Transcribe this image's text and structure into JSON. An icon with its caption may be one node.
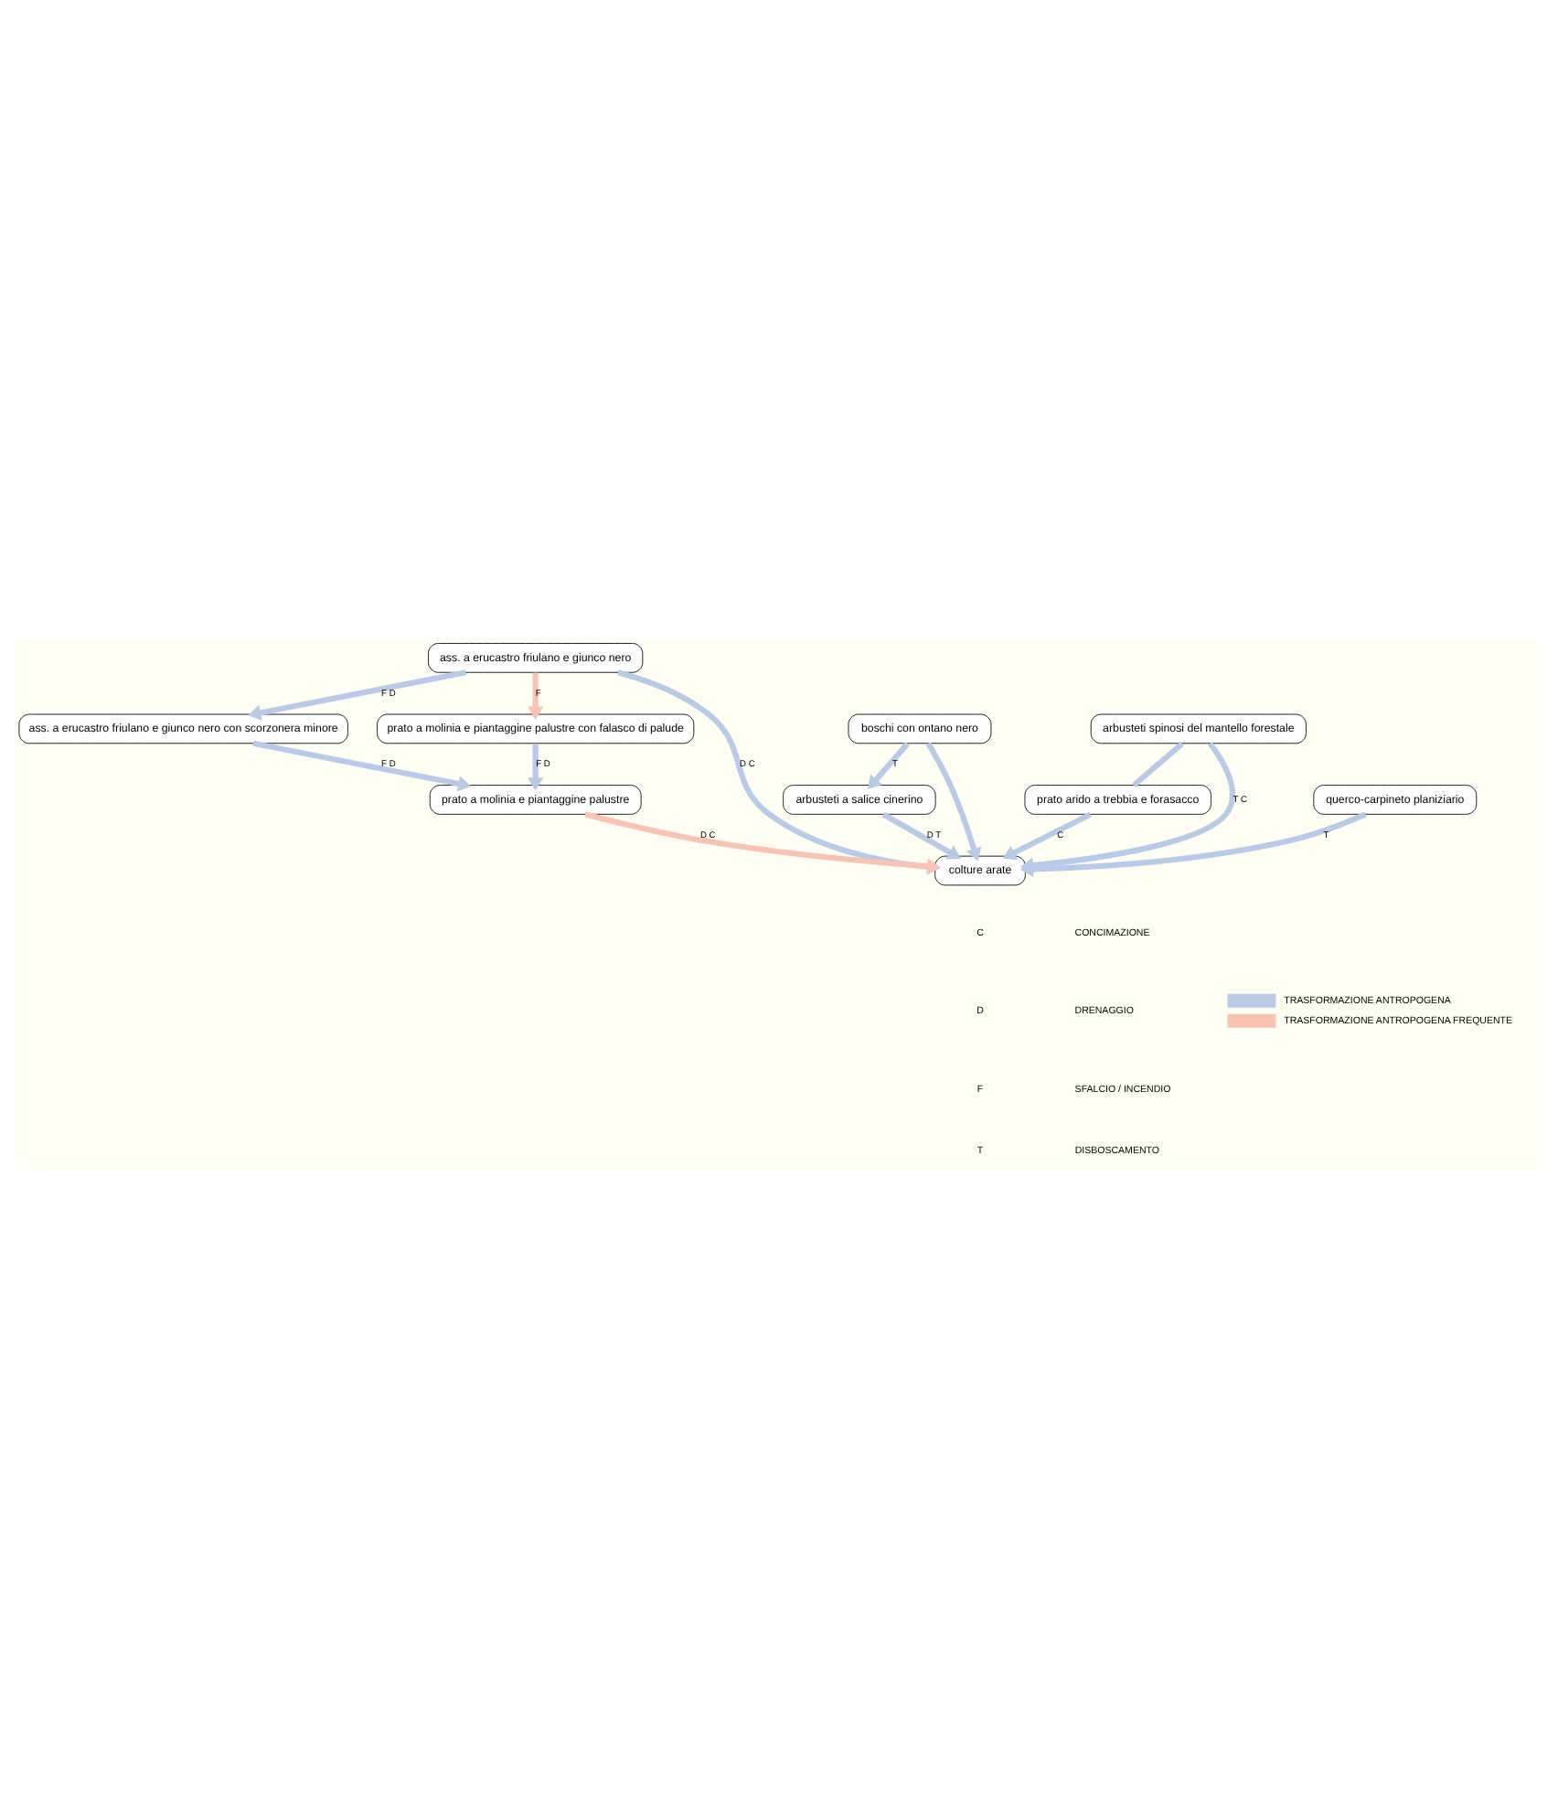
{
  "diagram": {
    "nodes": [
      {
        "text": [
          "ass. a erucastro friulano e giunco nero"
        ]
      },
      {
        "text": [
          "arbusteti a salice cinerino"
        ]
      },
      {
        "text": [
          "boschi con ontano nero"
        ]
      },
      {
        "text": [
          "ass. a erucastro friulano e giunco nero con scorzonera minore"
        ]
      },
      {
        "text": [
          "prato a molinia e piantaggine palustre con falasco di palude"
        ]
      },
      {
        "text": [
          "prato a molinia e piantaggine palustre"
        ]
      },
      {
        "text": [
          "arbusteti spinosi del mantello forestale"
        ]
      },
      {
        "text": [
          "querco-carpineto planiziario"
        ]
      },
      {
        "text": [
          "prato arido a trebbia e forasacco"
        ]
      },
      {
        "text": [
          "colture arate"
        ]
      }
    ],
    "edges": [
      {
        "from": 0,
        "to": 3,
        "arrow": "to",
        "label": "F D"
      },
      {
        "from": 0,
        "to": 4,
        "arrow": "to",
        "label": "F",
        "color": "#f8c3b0"
      },
      {
        "from": 0,
        "to": 9,
        "arrow": "to",
        "label": "D C"
      },
      {
        "from": 2,
        "to": 1,
        "arrow": "to",
        "label": "T"
      },
      {
        "from": 1,
        "to": 9,
        "arrow": "to",
        "label": "D T"
      },
      {
        "from": 2,
        "to": 9,
        "arrow": "to"
      },
      {
        "from": 3,
        "to": 5,
        "arrow": "to",
        "label": "F D"
      },
      {
        "from": 4,
        "to": 5,
        "arrow": "to",
        "label": "F D"
      },
      {
        "from": 5,
        "to": 9,
        "arrow": "to",
        "label": "D C",
        "color": "#f8c3b0"
      },
      {
        "from": 6,
        "to": 9,
        "arrow": "to",
        "label": "T C"
      },
      {
        "from": 6,
        "to": 8,
        "arrow": "none"
      },
      {
        "from": 8,
        "to": 9,
        "arrow": "to",
        "label": "C"
      },
      {
        "from": 7,
        "to": 9,
        "arrow": "to",
        "label": "T"
      }
    ],
    "labels": [
      "C",
      "CONCIMAZIONE",
      "D",
      "DRENAGGIO",
      "F",
      "SFALCIO / INCENDIO",
      "T",
      "DISBOSCAMENTO"
    ],
    "legend": [
      {
        "text": "TRASFORMAZIONE ANTROPOGENA",
        "color": "#b7cbe9"
      },
      {
        "text": "TRASFORMAZIONE ANTROPOGENA FREQUENTE",
        "color": "#f8c3b0"
      }
    ]
  }
}
